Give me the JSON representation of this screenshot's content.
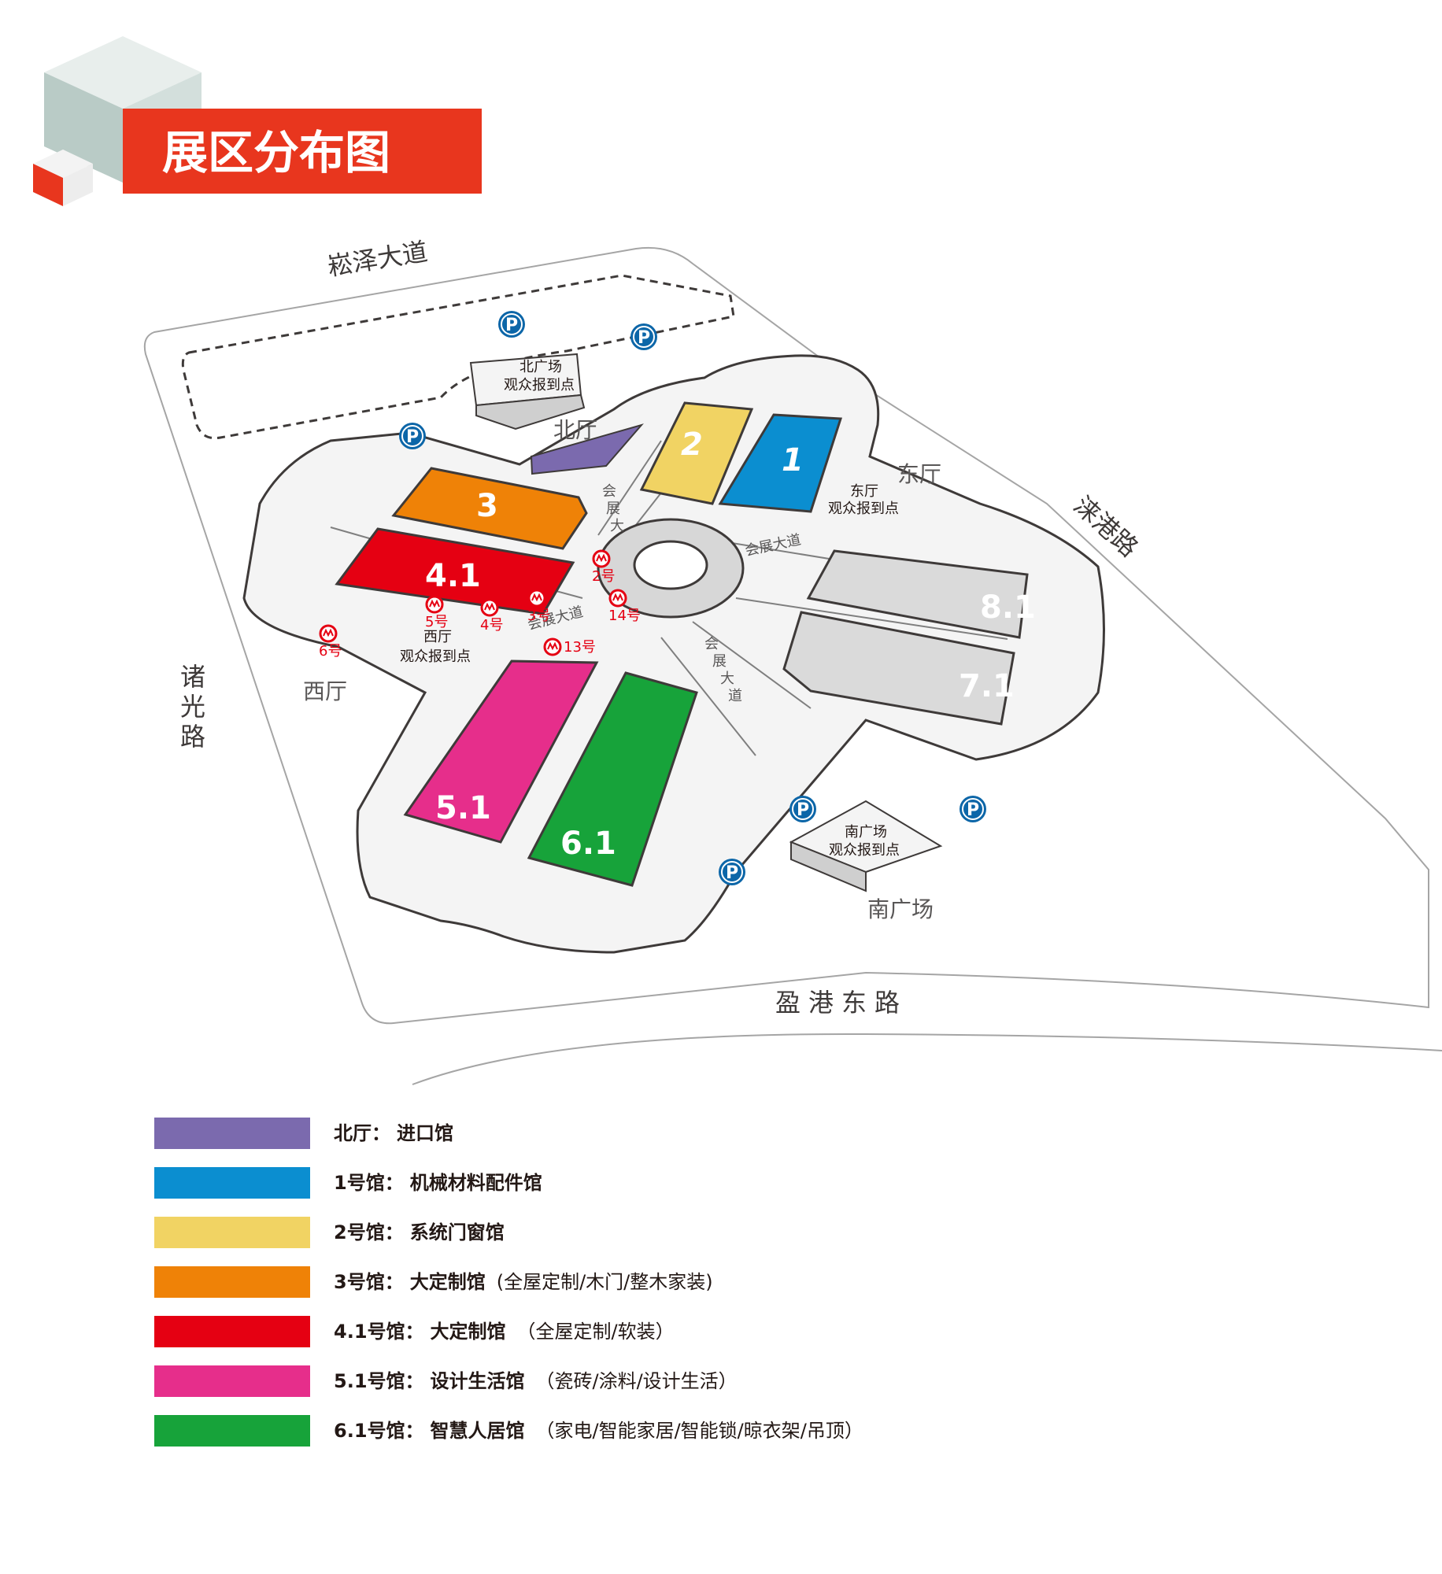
{
  "title": "展区分布图",
  "colors": {
    "brand_red": "#E8361E",
    "cube_top": "#E8EEEC",
    "cube_side": "#B9CBC6",
    "north_hall": "#7B6AAE",
    "hall_1": "#0B8ED0",
    "hall_2": "#F1D363",
    "hall_3": "#EF8207",
    "hall_4_1": "#E50012",
    "hall_5_1": "#E62E8B",
    "hall_6_1": "#17A33A",
    "hall_grey": "#DADADA",
    "parking_blue": "#0C66A8",
    "metro_red": "#E50012",
    "outline": "#3E3A39",
    "text_grey": "#595757"
  },
  "map": {
    "roads": {
      "north": "崧泽大道",
      "east": "涞港路",
      "south": "盈港东路",
      "west": "诸光路"
    },
    "halls": {
      "h1": "1",
      "h2": "2",
      "h3": "3",
      "h4_1": "4.1",
      "h5_1": "5.1",
      "h6_1": "6.1",
      "h7_1": "7.1",
      "h8_1": "8.1"
    },
    "lobbies": {
      "north": "北厅",
      "east": "东厅",
      "west": "西厅"
    },
    "avenue": {
      "nw_chars": [
        "会",
        "展",
        "大"
      ],
      "ne": "会展大道",
      "sw": "会展大道",
      "se_chars": [
        "会",
        "展",
        "大",
        "道"
      ]
    },
    "checkpoints": {
      "north_line1": "北广场",
      "north_line2": "观众报到点",
      "east_line1": "东厅",
      "east_line2": "观众报到点",
      "west_line1": "西厅",
      "west_line2": "观众报到点",
      "south_line1": "南广场",
      "south_line2": "观众报到点"
    },
    "south_plaza": "南广场",
    "parking_icon": "parking-icon",
    "parking_label": "P",
    "metro_icon": "metro-icon",
    "metro": [
      {
        "label": "2号"
      },
      {
        "label": "14号"
      },
      {
        "label": "3号"
      },
      {
        "label": "4号"
      },
      {
        "label": "5号"
      },
      {
        "label": "6号"
      },
      {
        "label": "13号"
      }
    ]
  },
  "legend": [
    {
      "hall": "北厅：",
      "category": "进口馆",
      "detail": "",
      "color": "#7B6AAE"
    },
    {
      "hall": "1号馆：",
      "category": "机械材料配件馆",
      "detail": "",
      "color": "#0B8ED0"
    },
    {
      "hall": "2号馆：",
      "category": "系统门窗馆",
      "detail": "",
      "color": "#F1D363"
    },
    {
      "hall": "3号馆：",
      "category": "大定制馆",
      "detail": "(全屋定制/木门/整木家装)",
      "color": "#EF8207"
    },
    {
      "hall": "4.1号馆：",
      "category": "大定制馆",
      "detail": "（全屋定制/软装）",
      "color": "#E50012"
    },
    {
      "hall": "5.1号馆：",
      "category": "设计生活馆",
      "detail": "（瓷砖/涂料/设计生活）",
      "color": "#E62E8B"
    },
    {
      "hall": "6.1号馆：",
      "category": "智慧人居馆",
      "detail": "（家电/智能家居/智能锁/晾衣架/吊顶）",
      "color": "#17A33A"
    }
  ]
}
